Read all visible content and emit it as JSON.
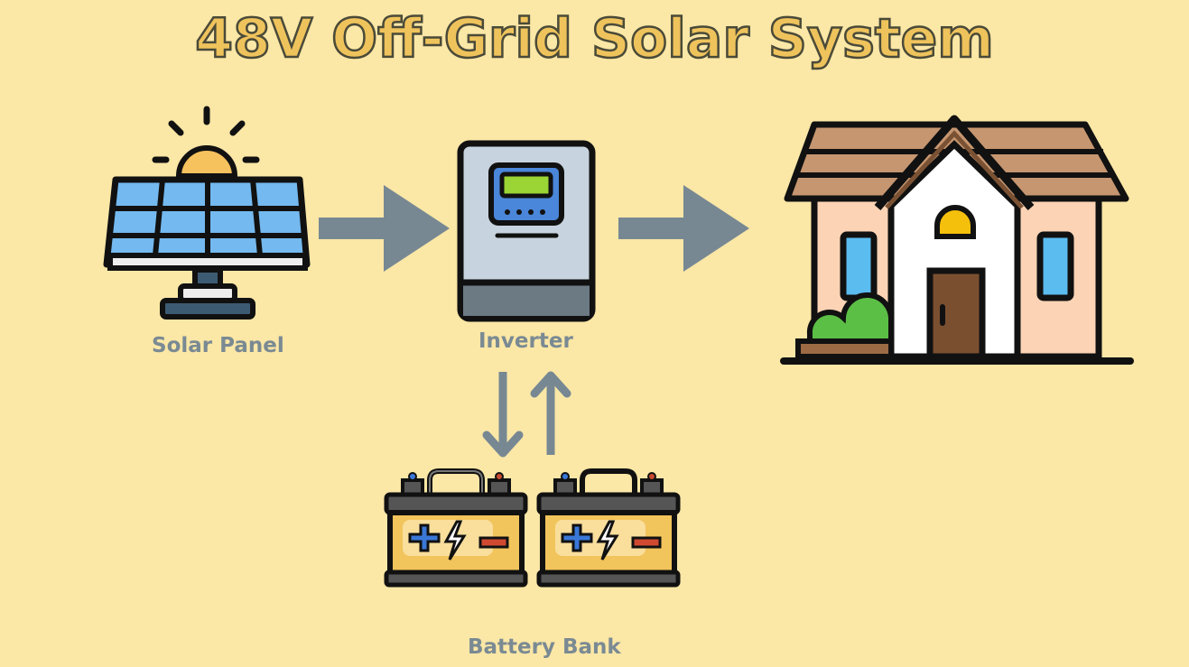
{
  "title": "48V Off-Grid Solar System",
  "components": {
    "solar_panel": {
      "label": "Solar Panel"
    },
    "inverter": {
      "label": "Inverter"
    },
    "house": {
      "label": ""
    },
    "battery_bank": {
      "label": "Battery Bank",
      "battery_count": 2
    }
  },
  "flows": [
    {
      "from": "Solar Panel",
      "to": "Inverter",
      "direction": "right"
    },
    {
      "from": "Inverter",
      "to": "House",
      "direction": "right"
    },
    {
      "from": "Inverter",
      "to": "Battery Bank",
      "direction": "down"
    },
    {
      "from": "Battery Bank",
      "to": "Inverter",
      "direction": "up"
    }
  ],
  "colors": {
    "background": "#fbe7a6",
    "title_fill": "#efc35c",
    "arrow": "#778893",
    "label": "#7a8a93"
  }
}
